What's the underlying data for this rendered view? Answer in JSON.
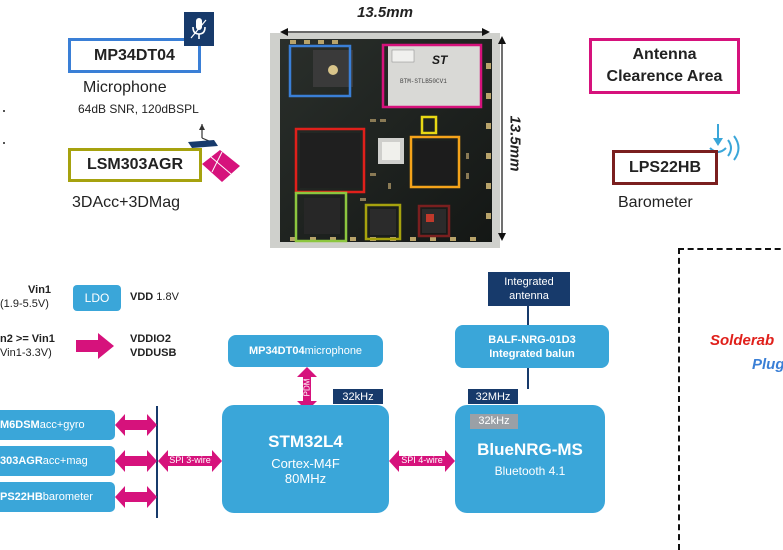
{
  "top": {
    "dim_width": "13.5mm",
    "dim_height": "13.5mm",
    "mic_label": "MP34DT04",
    "mic_caption": "Microphone",
    "mic_specs": "64dB SNR, 120dBSPL",
    "acc_label": "LSM303AGR",
    "acc_caption": "3DAcc+3DMag",
    "antenna_label": "Antenna Clearence Area",
    "baro_label": "LPS22HB",
    "baro_caption": "Barometer",
    "chip_marking": "ST"
  },
  "power": {
    "vin1": "Vin1",
    "vin1_range": "(1.9-5.5V)",
    "ldo": "LDO",
    "vdd": "VDD",
    "vdd_val": "1.8V",
    "vin2": "n2 >= Vin1",
    "vin2_range": "Vin1-3.3V)",
    "vddio2": "VDDIO2",
    "vddusb": "VDDUSB"
  },
  "blocks": {
    "integrated_antenna": "Integrated antenna",
    "balun_line1": "BALF-NRG-01D3",
    "balun_line2": "Integrated balun",
    "mic_block_bold": "MP34DT04",
    "mic_block_rest": " microphone",
    "pdm": "PDM",
    "clk_32khz_mcu": "32kHz",
    "clk_32mhz": "32MHz",
    "clk_32khz_ble": "32kHz",
    "mcu_name": "STM32L4",
    "mcu_core": "Cortex-M4F",
    "mcu_freq": "80MHz",
    "ble_name": "BlueNRG-MS",
    "ble_sub": "Bluetooth  4.1",
    "spi3": "SPI 3-wire",
    "spi4": "SPI 4-wire",
    "sensor1_bold": "M6DSM",
    "sensor1_rest": " acc+gyro",
    "sensor2_bold": "303AGR",
    "sensor2_rest": " acc+mag",
    "sensor3_bold": "PS22HB",
    "sensor3_rest": " barometer"
  },
  "right_panel": {
    "line1": "Solderab",
    "line2": "Plug"
  },
  "colors": {
    "blue": "#3aa6d9",
    "navy": "#173a6b",
    "magenta": "#d6127c",
    "red": "#e0201b",
    "yellow": "#e8d814",
    "orange": "#f5a31a",
    "green": "#8cc63f",
    "olive": "#a6a20e",
    "darkred": "#7a1f1f"
  }
}
